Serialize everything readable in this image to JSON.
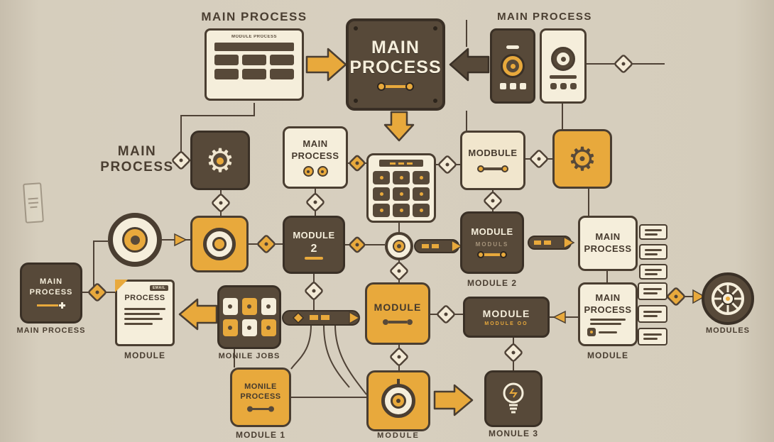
{
  "background": "#d5cdbd",
  "colors": {
    "dark_brown": "#574939",
    "dark_brown_border": "#3a3026",
    "amber": "#e8a93c",
    "cream": "#f5eedb",
    "line": "#4f4236",
    "text": "#463a2e"
  },
  "headings": {
    "top_left": "MAIN PROCESS",
    "top_right": "MAIN PROCESS",
    "mid_left_line1": "MAIN",
    "mid_left_line2": "PROCESS"
  },
  "main_box": {
    "line1": "MAIN",
    "line2": "PROCESS"
  },
  "browser_card": {
    "header": "MODULE PROCESS"
  },
  "row2": {
    "main_card": {
      "line1": "MAIN",
      "line2": "PROCESS"
    },
    "modbule_label": "MODBULE"
  },
  "row3": {
    "module2": {
      "line1": "MODULE",
      "line2": "2"
    },
    "moduls": {
      "line1": "MODULE",
      "line2": "MODULS",
      "caption": "MODULE 2"
    },
    "main_card": {
      "line1": "MAIN",
      "line2": "PROCESS"
    }
  },
  "row4": {
    "far_left": {
      "line1": "MAIN",
      "line2": "PROCESS",
      "caption": "MAIN PROCESS"
    },
    "document": {
      "header": "EMAIL",
      "title": "PROCESS",
      "caption": "MODULE"
    },
    "grid_caption": "MONILE JOBS",
    "module_card_label": "MODULE",
    "module_bar": {
      "label": "MODULE",
      "subtext": "MODULE OO"
    },
    "main_card": {
      "line1": "MAIN",
      "line2": "PROCESS",
      "caption": "MODULE"
    },
    "wheel_caption": "MODULES"
  },
  "bottom": {
    "monile": {
      "line1": "MONILE",
      "line2": "PROCESS",
      "caption": "MODULE 1"
    },
    "target_caption": "MODULE",
    "bulb_caption": "MONULE 3"
  }
}
